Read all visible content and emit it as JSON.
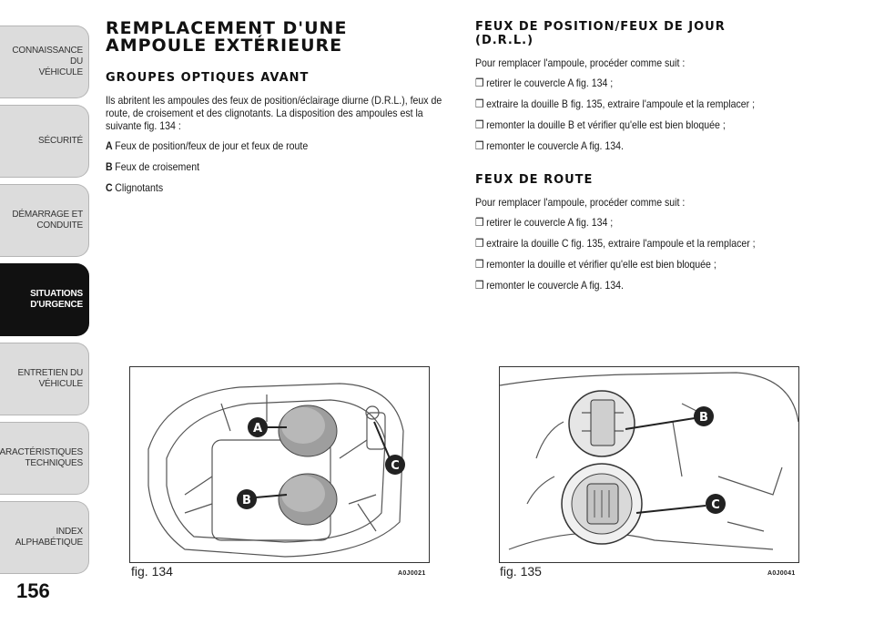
{
  "sidebar": {
    "tabs": [
      {
        "label": "CONNAISSANCE DU\nVÉHICULE",
        "active": false
      },
      {
        "label": "SÉCURITÉ",
        "active": false
      },
      {
        "label": "DÉMARRAGE ET\nCONDUITE",
        "active": false
      },
      {
        "label": "SITUATIONS\nD'URGENCE",
        "active": true
      },
      {
        "label": "ENTRETIEN DU\nVÉHICULE",
        "active": false
      },
      {
        "label": "CARACTÉRISTIQUES\nTECHNIQUES",
        "active": false
      },
      {
        "label": "INDEX\nALPHABÉTIQUE",
        "active": false
      }
    ]
  },
  "page_number": "156",
  "left": {
    "title": "REMPLACEMENT D'UNE\nAMPOULE EXTÉRIEURE",
    "subtitle": "GROUPES OPTIQUES AVANT",
    "intro": "Ils abritent les ampoules des feux de position/éclairage diurne (D.R.L.), feux de route, de croisement et des clignotants. La disposition des ampoules est la suivante fig. 134 :",
    "legend": [
      {
        "key": "A",
        "text": "Feux de position/feux de jour et feux de route"
      },
      {
        "key": "B",
        "text": "Feux de croisement"
      },
      {
        "key": "C",
        "text": "Clignotants"
      }
    ]
  },
  "right": {
    "section1": {
      "title": "FEUX DE POSITION/FEUX DE JOUR\n(D.R.L.)",
      "intro": "Pour remplacer l'ampoule, procéder comme suit :",
      "steps": [
        "retirer le couvercle A fig. 134 ;",
        "extraire la douille B fig. 135, extraire l'ampoule et la remplacer ;",
        "remonter la douille B et vérifier qu'elle est bien bloquée ;",
        "remonter le couvercle A fig. 134."
      ]
    },
    "section2": {
      "title": "FEUX DE ROUTE",
      "intro": "Pour remplacer l'ampoule, procéder comme suit :",
      "steps": [
        "retirer le couvercle A fig. 134 ;",
        "extraire la douille C fig. 135, extraire l'ampoule et la remplacer ;",
        "remonter la douille et vérifier qu'elle est bien bloquée ;",
        "remonter le couvercle A fig. 134."
      ]
    }
  },
  "figures": [
    {
      "caption": "fig. 134",
      "code": "A0J0021",
      "callouts": [
        "A",
        "B",
        "C"
      ]
    },
    {
      "caption": "fig. 135",
      "code": "A0J0041",
      "callouts": [
        "B",
        "C"
      ]
    }
  ],
  "bullet_glyph": "❒",
  "colors": {
    "active_tab": "#111111",
    "tab": "#dcdcdc",
    "callout": "#222222"
  }
}
